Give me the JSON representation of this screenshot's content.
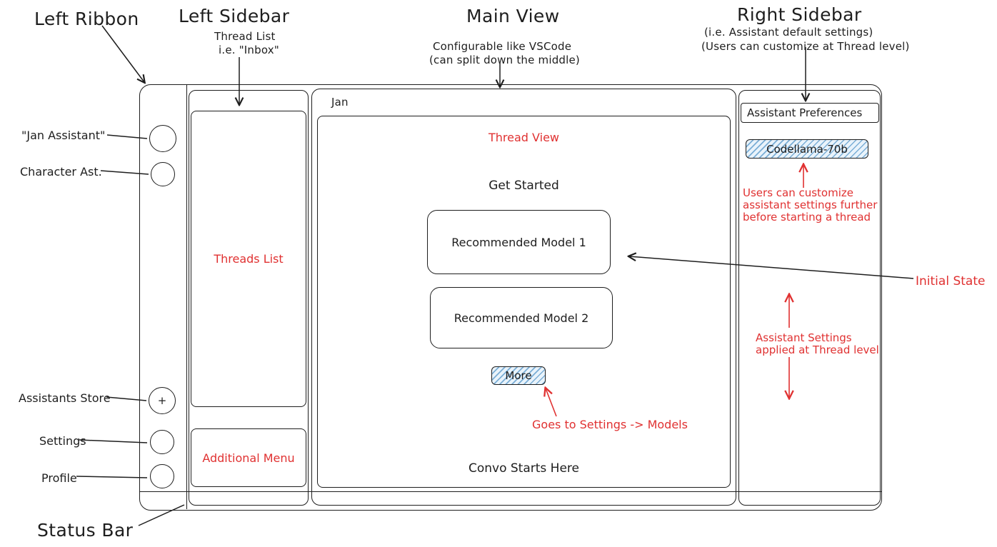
{
  "colors": {
    "ink": "#1e1e1e",
    "red": "#e03131",
    "hatch_fill": "#e9f3fb",
    "hatch_line": "#7aaed6"
  },
  "annotations": {
    "left_ribbon": "Left Ribbon",
    "left_sidebar": {
      "title": "Left Sidebar",
      "sub1": "Thread List",
      "sub2": "i.e. \"Inbox\""
    },
    "main_view": {
      "title": "Main View",
      "sub1": "Configurable like VSCode",
      "sub2": "(can split down the middle)"
    },
    "right_sidebar": {
      "title": "Right Sidebar",
      "sub1": "(i.e. Assistant default settings)",
      "sub2": "(Users can customize at Thread level)"
    },
    "status_bar": "Status Bar",
    "initial_state": "Initial State"
  },
  "ribbon": {
    "jan_assistant_label": "\"Jan Assistant\"",
    "character_label": "Character Ast.",
    "store_label": "Assistants Store",
    "settings_label": "Settings",
    "profile_label": "Profile",
    "store_plus": "+"
  },
  "left_sidebar": {
    "threads_list": "Threads List",
    "additional_menu": "Additional Menu"
  },
  "main": {
    "window_title": "Jan",
    "thread_view_label": "Thread View",
    "get_started": "Get Started",
    "model1": "Recommended Model 1",
    "model2": "Recommended Model 2",
    "more_button": "More",
    "convo_starts": "Convo Starts Here",
    "goes_note": "Goes to Settings -> Models"
  },
  "right_sidebar": {
    "header": "Assistant Preferences",
    "model_badge": "Codellama-70b",
    "customize_note": [
      "Users can customize",
      "assistant settings further",
      "before starting a thread"
    ],
    "applied_note": [
      "Assistant Settings",
      "applied at Thread level"
    ]
  }
}
